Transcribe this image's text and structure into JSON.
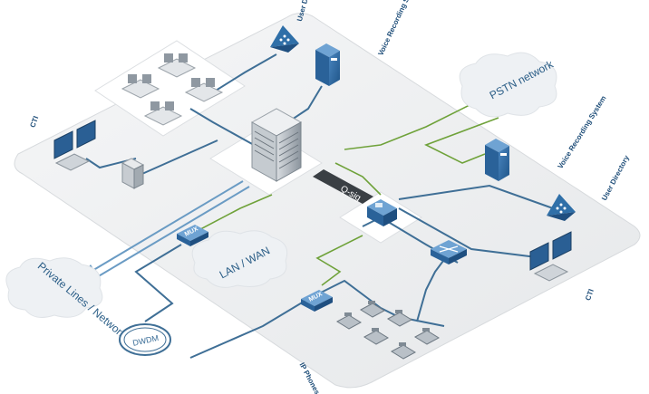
{
  "labels": {
    "user_directory_top": "User Directory",
    "voice_recording_top": "Voice Recording System",
    "pstn": "PSTN network",
    "voice_recording_right": "Voice Recording System",
    "user_directory_right": "User Directory",
    "cti_left": "CTI",
    "cti_right": "CTI",
    "qsig": "Q-sig",
    "mux_left": "MUX",
    "mux_bottom": "MUX",
    "lan_wan": "LAN / WAN",
    "private_lines": "Private Lines / Networks",
    "dwdm": "DWDM",
    "ip_phones": "IP Phones"
  },
  "colors": {
    "link_blue": "#3f6f96",
    "link_green": "#6fa23a",
    "device_blue": "#2f6fa8",
    "cloud_fill": "#eef1f4",
    "platform_fill": "#f1f2f3"
  }
}
